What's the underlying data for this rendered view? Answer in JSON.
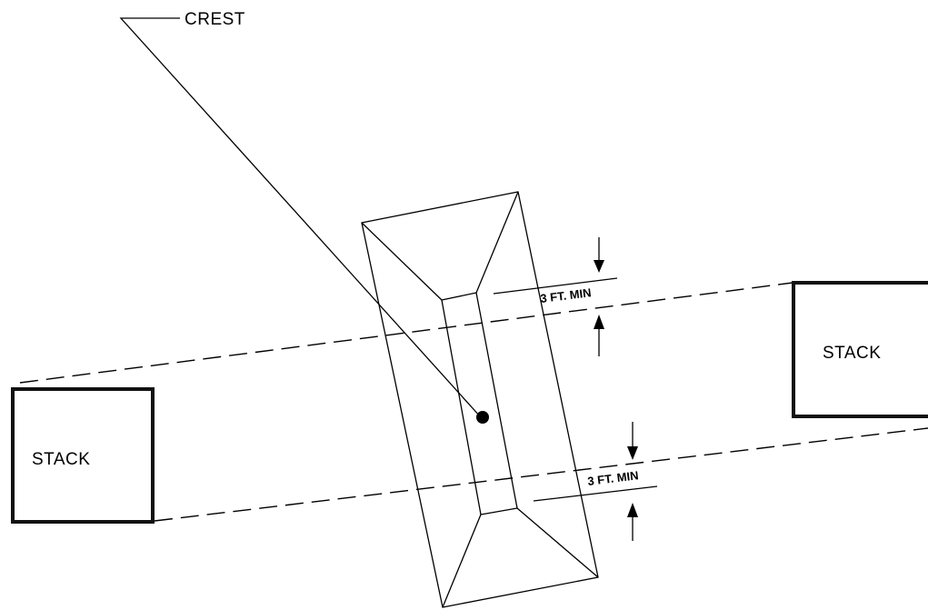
{
  "labels": {
    "crest": "CREST",
    "stack_left": "STACK",
    "stack_right": "STACK",
    "clearance_top": "3 FT. MIN",
    "clearance_bottom": "3 FT. MIN"
  },
  "colors": {
    "line": "#000000",
    "background": "#ffffff"
  }
}
